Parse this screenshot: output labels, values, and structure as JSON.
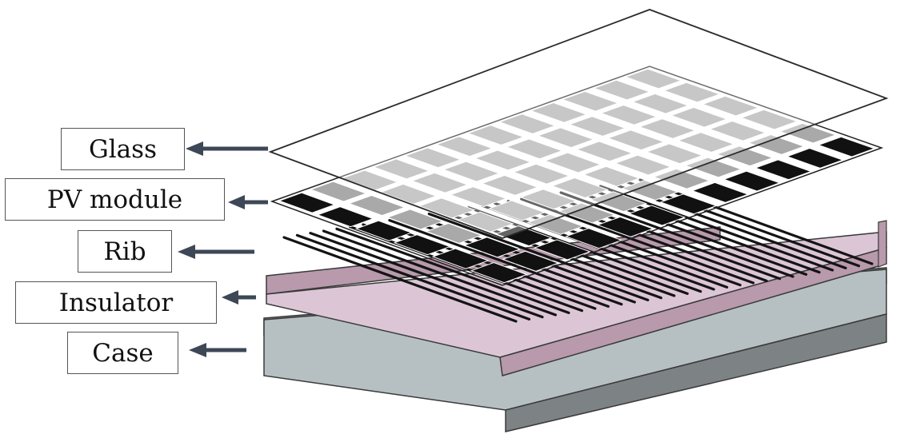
{
  "labels": {
    "glass": "Glass",
    "pv_module": "PV module",
    "rib": "Rib",
    "insulator": "Insulator",
    "case": "Case"
  },
  "colors": {
    "arrow": "#3d4756",
    "glass_edge": "#2b2b2b",
    "pv_cell": "#111111",
    "pv_cell_under_glass": "#a9a9a9",
    "pv_cell_line": "#ffffff",
    "rib": "#141414",
    "insulator_top": "#dcc6d6",
    "insulator_side": "#b89aac",
    "insulator_edge": "#3a3a3a",
    "case_top": "#b6c0c3",
    "case_side": "#7d8285",
    "case_edge": "#3a3a3a"
  },
  "pv_grid": {
    "rows": 6,
    "cols": 12
  },
  "rib_count": 28
}
